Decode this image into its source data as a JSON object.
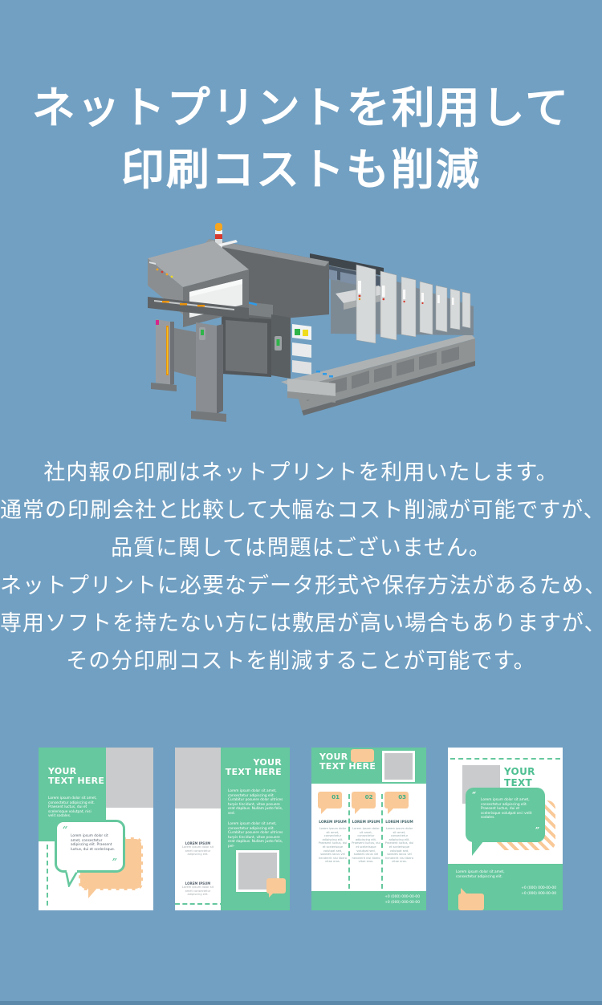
{
  "page": {
    "background_color": "#72A0C2",
    "bottom_strip_color": "#5C88A9",
    "text_color": "#FFFFFF"
  },
  "heading": {
    "line1": "ネットプリントを利用して",
    "line2": "印刷コストも削減"
  },
  "body_text": {
    "lines": [
      "社内報の印刷はネットプリントを利用いたします。",
      "通常の印刷会社と比較して大幅なコスト削減が可能ですが、",
      "品質に関しては問題はございません。",
      "ネットプリントに必要なデータ形式や保存方法があるため、",
      "専用ソフトを持たない方には敷居が高い場合もありますが、",
      "その分印刷コストを削減することが可能です。"
    ]
  },
  "illustration": {
    "name": "offset-printing-press",
    "beacon_colors": [
      "#F6A51F",
      "#F3F4F4",
      "#D6392E"
    ],
    "machine_grays": [
      "#A6A9AB",
      "#8A8E91",
      "#64686B",
      "#D6D9D9"
    ],
    "accent_blue": "#2F9BE8",
    "button_green": "#2FB44A",
    "button_yellow": "#F0DC1E",
    "accent_orange": "#E8920F",
    "accent_magenta": "#D5268C"
  },
  "flyer_palette": {
    "green": "#66C89E",
    "orange": "#F9C998",
    "gray": "#C9CBCC"
  },
  "flyers": [
    {
      "name": "flyer-quote-left-green",
      "title_line1": "YOUR",
      "title_line2": "TEXT HERE",
      "intro_text": "Lorem ipsum dolor sit amet, consectetur adipiscing elit. Praesent luctus, dui et scelerisque volutpat, nisi velit sodales.",
      "quote_open": "“",
      "quote_close": "”",
      "quote_text": "Lorem ipsum dolor sit amet, consectetur adipiscing elit. Praesent luctus, dui et scelerisque."
    },
    {
      "name": "flyer-right-green-column",
      "title_line1": "YOUR",
      "title_line2": "TEXT HERE",
      "para1": "Lorem ipsum dolor sit amet, consectetur adipiscing elit. Curabitur posuere dolor ultrices turpis tincidunt, vitae posuere erat dapibus. Nullam justo felis, sed.",
      "para2": "Lorem ipsum dolor sit amet, consectetur adipiscing elit. Curabitur posuere dolor ultrices turpis tincidunt, vitae posuere erat dapibus. Nullam justo felis, pel-",
      "caption1_title": "LOREM IPSUM",
      "caption1_text": "Lorem ipsum dolor sit amet consectetur adipiscing elit.",
      "caption2_title": "LOREM IPSUM",
      "caption2_text": "Lorem ipsum dolor sit amet consectetur adipiscing elit."
    },
    {
      "name": "flyer-three-steps",
      "title_line1": "YOUR",
      "title_line2": "TEXT HERE",
      "steps": [
        {
          "number": "01",
          "heading": "LOREM IPSUM",
          "text": "Lorem ipsum dolor sit amet, consectetur adipiscing elit. Praesent luctus, dui et scelerisque volutpat sed, sodales lacus vel hendrerit nisi libero vitae eros."
        },
        {
          "number": "02",
          "heading": "LOREM IPSUM",
          "text": "Lorem ipsum dolor sit amet, consectetur adipiscing elit. Praesent luctus, dui et scelerisque volutpat sed, sodales lacus vel hendrerit nisi libero vitae eros."
        },
        {
          "number": "03",
          "heading": "LOREM IPSUM",
          "text": "Lorem ipsum dolor sit amet, consectetur adipiscing elit. Praesent luctus, dui et scelerisque volutpat sed, sodales lacus vel hendrerit nisi libero vitae eros."
        }
      ],
      "phone_line1": "+0 (000) 000-00-00",
      "phone_line2": "+0 (000) 000-00-00"
    },
    {
      "name": "flyer-big-quote",
      "title_line1": "YOUR",
      "title_line2": "TEXT HERE",
      "quote_open": "“",
      "quote_close": "”",
      "quote_text": "Lorem ipsum dolor sit amet, consectetur adipiscing elit. Praesent luctus, dui et scelerisque volutpat orci velit sodales.",
      "footer_text": "Lorem ipsum dolor sit amet, consectetur adipiscing elit.",
      "phone_line1": "+0 (000) 000-00-00",
      "phone_line2": "+0 (000) 000-00-00"
    }
  ]
}
